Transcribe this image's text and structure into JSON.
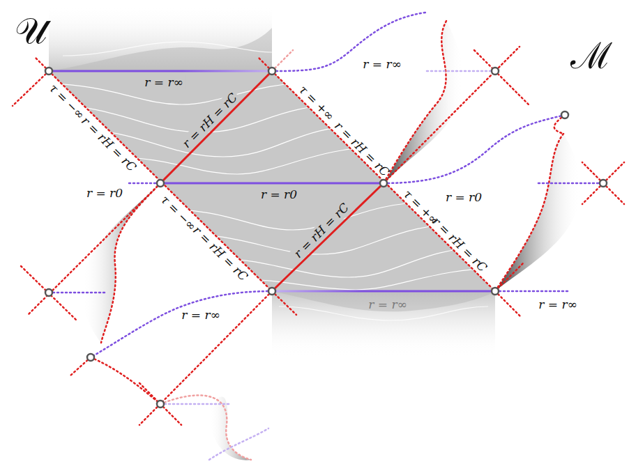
{
  "diagram": {
    "labels": [
      "𝒰",
      "ℳ",
      "r = r∞",
      "r = r∞",
      "τ = −∞",
      "r = rH = rC",
      "r = rH = rC",
      "τ = +∞",
      "r = rH = rC",
      "r = r0",
      "r = r0",
      "r = r0",
      "τ = −∞",
      "r = rH = rC",
      "r = rH = rC",
      "τ = +∞",
      "r = rH = rC",
      "r = r∞",
      "r = r∞",
      "r = r∞"
    ]
  }
}
